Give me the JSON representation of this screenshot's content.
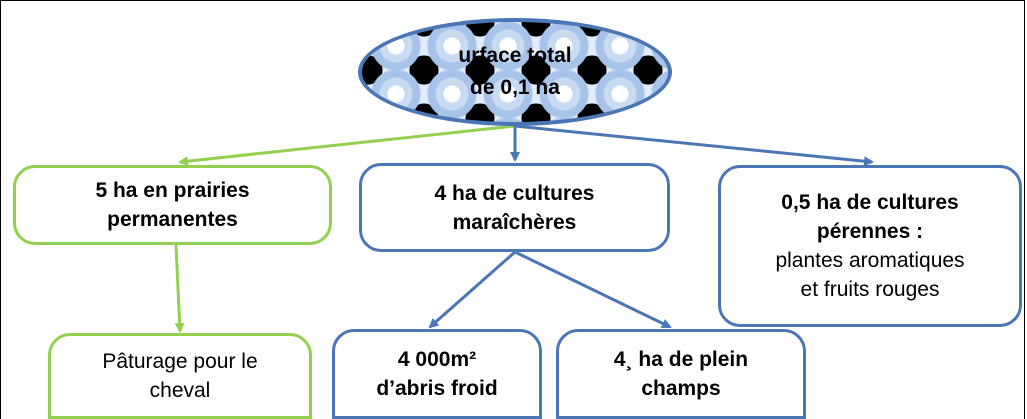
{
  "root": {
    "line1": "urface total",
    "line2": "de  0,1  ha"
  },
  "nodes": {
    "prairies": {
      "line1": "5 ha en prairies",
      "line2": "permanentes"
    },
    "maraichage": {
      "line1": "4    ha de cultures",
      "line2": "maraîchères"
    },
    "perennes": {
      "line1": "0,5 ha de cultures",
      "line2": "pérennes :",
      "line3": "plantes aromatiques",
      "line4": "et fruits rouges"
    },
    "paturage": {
      "line1": "Pâturage pour le",
      "line2": "cheval"
    },
    "abris": {
      "line1": "4 000m²",
      "line2": "d’abris froid"
    },
    "plein_champs": {
      "line1": "4¸   ha de plein",
      "line2": "champs"
    }
  },
  "colors": {
    "green": "#92d050",
    "blue": "#4a76b6"
  }
}
